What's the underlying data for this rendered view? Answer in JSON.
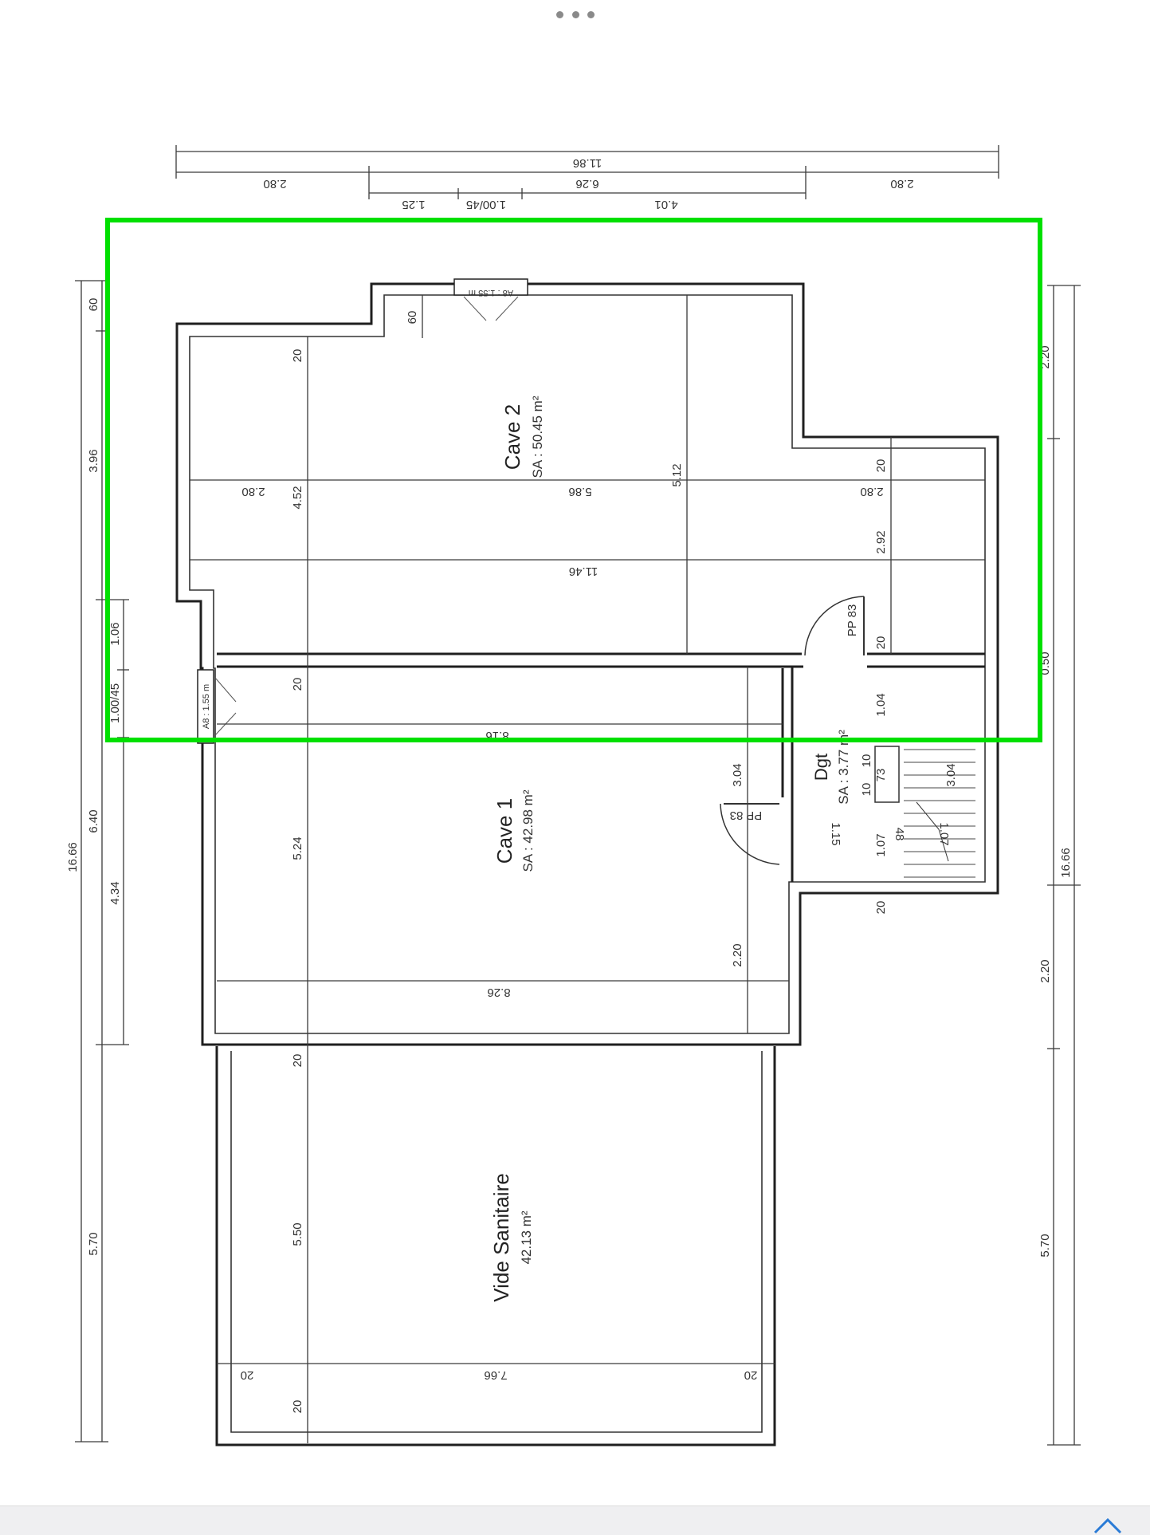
{
  "rooms": {
    "cave2": {
      "name": "Cave 2",
      "area": "SA : 50.45 m²"
    },
    "cave1": {
      "name": "Cave 1",
      "area": "SA : 42.98 m²"
    },
    "dgt": {
      "name": "Dgt",
      "area": "SA : 3.77 m²"
    },
    "vide_sanitaire": {
      "name": "Vide Sanitaire",
      "area": "42.13 m²"
    }
  },
  "labels": {
    "top_overall": "11.86",
    "top_left": "2.80",
    "top_mid": "6.26",
    "top_right": "2.80",
    "top_seg_125": "1.25",
    "top_seg_100_45": "1.00/45",
    "top_seg_401": "4.01",
    "win_top": "A8 : 1.55 m",
    "win_left": "A8 : 1.55 m",
    "left_total": "16.66",
    "left_640": "6.40",
    "left_570": "5.70",
    "left_396": "3.96",
    "left_60": "60",
    "left_106": "1.06",
    "left_100_45": "1.00/45",
    "left_434": "4.34",
    "right_total": "16.66",
    "right_220_top": "2.20",
    "right_220_bottom": "2.20",
    "right_570": "5.70",
    "right_050": "0.50",
    "c2_20_top": "20",
    "c2_452": "4.52",
    "c2_280_left": "2.80",
    "c2_586": "5.86",
    "c2_512": "5.12",
    "c2_280_right": "2.80",
    "c2_20_right": "20",
    "c2_292": "2.92",
    "c2_1146": "11.46",
    "c2_60": "60",
    "c2_20_bottom": "20",
    "door_pp83_top": "PP 83",
    "door_pp83_mid": "PP 83",
    "wall_20_left": "20",
    "c1_816": "8.16",
    "c1_524": "5.24",
    "c1_304": "3.04",
    "c1_220": "2.20",
    "c1_826": "8.26",
    "dgt_104": "1.04",
    "dgt_115": "1.15",
    "dgt_10a": "10",
    "dgt_10b": "10",
    "dgt_73": "73",
    "dgt_304": "3.04",
    "dgt_107a": "1.07",
    "dgt_48": "48",
    "dgt_107b": "1.07",
    "dgt_20": "20",
    "vs_20_top": "20",
    "vs_550": "5.50",
    "vs_766": "7.66",
    "vs_20_left": "20",
    "vs_20_right": "20",
    "vs_20_bottom": "20"
  },
  "highlight_color": "#00e000"
}
